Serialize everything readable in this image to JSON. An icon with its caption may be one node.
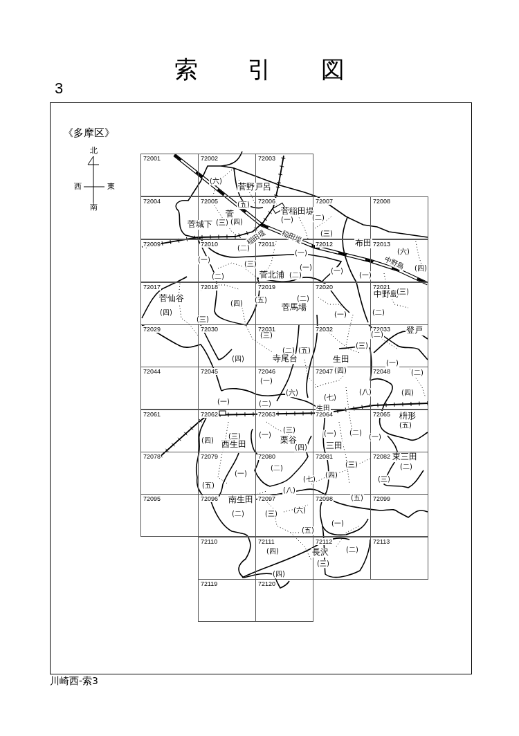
{
  "diagram": {
    "title": "索引図",
    "caption": "川崎西-索3",
    "nodes": [
      {
        "text": [
          "72001"
        ]
      },
      {
        "text": [
          "72002"
        ]
      },
      {
        "text": [
          "72003"
        ]
      },
      {
        "text": [
          "72004"
        ]
      },
      {
        "text": [
          "72005"
        ]
      },
      {
        "text": [
          "72006"
        ]
      },
      {
        "text": [
          "72007"
        ]
      },
      {
        "text": [
          "72008"
        ]
      },
      {
        "text": [
          "72009"
        ]
      },
      {
        "text": [
          "72010"
        ]
      },
      {
        "text": [
          "72011"
        ]
      },
      {
        "text": [
          "72012"
        ]
      },
      {
        "text": [
          "72013"
        ]
      },
      {
        "text": [
          "72017"
        ]
      },
      {
        "text": [
          "72018"
        ]
      },
      {
        "text": [
          "72019"
        ]
      },
      {
        "text": [
          "72020"
        ]
      },
      {
        "text": [
          "72021"
        ]
      },
      {
        "text": [
          "72029"
        ]
      },
      {
        "text": [
          "72030"
        ]
      },
      {
        "text": [
          "72031"
        ]
      },
      {
        "text": [
          "72032"
        ]
      },
      {
        "text": [
          "72033"
        ]
      },
      {
        "text": [
          "72044"
        ]
      },
      {
        "text": [
          "72045"
        ]
      },
      {
        "text": [
          "72046"
        ]
      },
      {
        "text": [
          "72047"
        ]
      },
      {
        "text": [
          "72048"
        ]
      },
      {
        "text": [
          "72061"
        ]
      },
      {
        "text": [
          "72062"
        ]
      },
      {
        "text": [
          "72063"
        ]
      },
      {
        "text": [
          "72064"
        ]
      },
      {
        "text": [
          "72065"
        ]
      },
      {
        "text": [
          "72078"
        ]
      },
      {
        "text": [
          "72079"
        ]
      },
      {
        "text": [
          "72080"
        ]
      },
      {
        "text": [
          "72081"
        ]
      },
      {
        "text": [
          "72082"
        ]
      },
      {
        "text": [
          "72095"
        ]
      },
      {
        "text": [
          "72096"
        ]
      },
      {
        "text": [
          "72097"
        ]
      },
      {
        "text": [
          "72098"
        ]
      },
      {
        "text": [
          "72099"
        ]
      },
      {
        "text": [
          "72110"
        ]
      },
      {
        "text": [
          "72111"
        ]
      },
      {
        "text": [
          "72112"
        ]
      },
      {
        "text": [
          "72113"
        ]
      },
      {
        "text": [
          "72119"
        ]
      },
      {
        "text": [
          "72120"
        ]
      }
    ],
    "labels": [
      "3",
      "《多摩区》",
      "北",
      "西",
      "東",
      "南",
      "(六)",
      "菅野戸呂",
      "(五)",
      "菅稲田堤",
      "菅",
      "(二)",
      "(一)",
      "(四)",
      "(三)",
      "菅城下",
      "(三)",
      "稲田堤",
      "稲田堤",
      "布田",
      "(二)",
      "(六)",
      "(一)",
      "(一)",
      "中野島",
      "(三)",
      "(一)",
      "(四)",
      "(一)",
      "菅北浦",
      "(二)",
      "(一)",
      "(二)",
      "中野島",
      "(三)",
      "菅仙谷",
      "(二)",
      "(五)",
      "(四)",
      "菅馬場",
      "(四)",
      "(二)",
      "(一)",
      "(三)",
      "登戸",
      "(二)",
      "(三)",
      "(三)",
      "(二)",
      "(五)",
      "(四)",
      "生田",
      "寺尾台",
      "(一)",
      "(四)",
      "(二)",
      "(一)",
      "(八)",
      "(六)",
      "(四)",
      "(七)",
      "(一)",
      "(二)",
      "生田",
      "枡形",
      "(五)",
      "(三)",
      "(二)",
      "(一)",
      "(一)",
      "(三)",
      "(一)",
      "(四)",
      "栗谷",
      "三田",
      "西生田",
      "(四)",
      "東三田",
      "(三)",
      "(二)",
      "(二)",
      "(一)",
      "(四)",
      "(七)",
      "(三)",
      "(五)",
      "(八)",
      "(五)",
      "南生田",
      "(六)",
      "(二)",
      "(三)",
      "(一)",
      "(五)",
      "(二)",
      "(四)",
      "長沢",
      "(三)",
      "(四)"
    ]
  }
}
